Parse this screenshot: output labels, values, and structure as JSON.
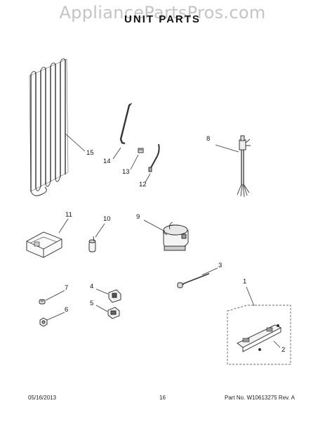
{
  "watermark": "AppliancePartsPros.com",
  "title": "UNIT PARTS",
  "callouts": {
    "c1": "1",
    "c2": "2",
    "c3": "3",
    "c4": "4",
    "c5": "5",
    "c6": "6",
    "c7": "7",
    "c8": "8",
    "c9": "9",
    "c10": "10",
    "c11": "11",
    "c12": "12",
    "c13": "13",
    "c14": "14",
    "c15": "15"
  },
  "footer": {
    "date": "05/16/2013",
    "page": "16",
    "part_no": "Part No. W10613275  Rev. A"
  }
}
